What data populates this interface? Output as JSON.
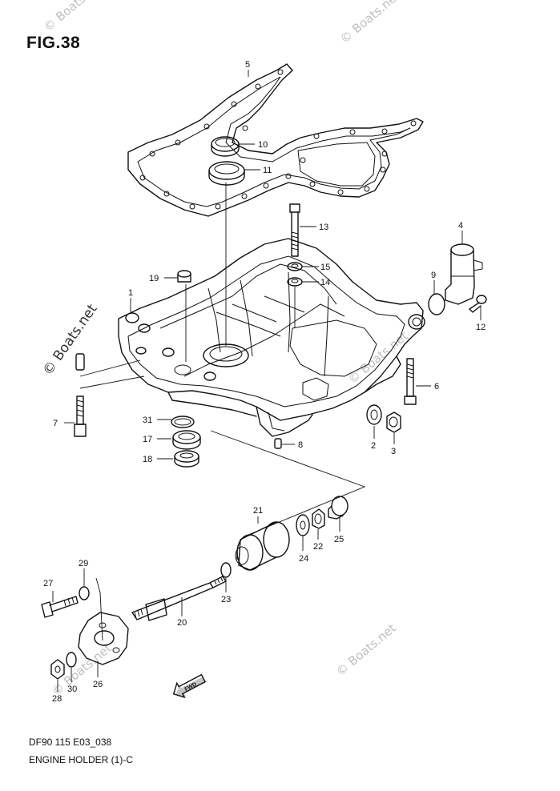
{
  "figure": {
    "title": "FIG.38",
    "code": "DF90 115 E03_038",
    "name": "ENGINE HOLDER (1)-C"
  },
  "watermark": {
    "text": "© Boats.net"
  },
  "fwd_label": "FWD",
  "part_numbers": {
    "p1": "1",
    "p2": "2",
    "p3": "3",
    "p4": "4",
    "p5": "5",
    "p6": "6",
    "p7": "7",
    "p8": "8",
    "p9": "9",
    "p10": "10",
    "p11": "11",
    "p12": "12",
    "p13": "13",
    "p14": "14",
    "p15": "15",
    "p17": "17",
    "p18": "18",
    "p19": "19",
    "p20": "20",
    "p21": "21",
    "p22": "22",
    "p23": "23",
    "p24": "24",
    "p25": "25",
    "p26": "26",
    "p27": "27",
    "p28": "28",
    "p29": "29",
    "p30": "30",
    "p31": "31"
  }
}
